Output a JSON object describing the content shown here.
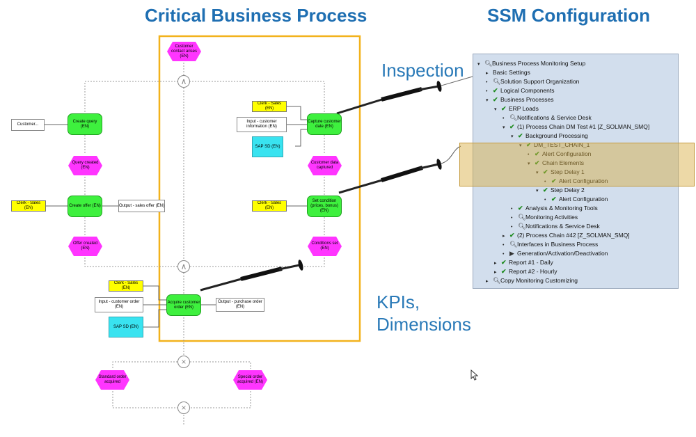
{
  "headings": {
    "cbp": "Critical Business Process",
    "ssm": "SSM Configuration"
  },
  "labels": {
    "inspection": "Inspection",
    "kpis": "KPIs,",
    "dimensions": "Dimensions"
  },
  "epc": {
    "evt_customer_contact": "Customer contact arises (EN)",
    "customer_input": "Customer...",
    "func_create_query": "Create query (EN)",
    "evt_query_created": "Query created (EN)",
    "role_clerk_sales": "Clerk - Sales (EN)",
    "func_create_offer": "Create offer (EN)",
    "out_sales_offer": "Output - sales offer (EN)",
    "evt_offer_created": "Offer created (EN)",
    "in_customer_information": "Input - customer information (EN)",
    "sys_sap_sd": "SAP SD (EN)",
    "func_capture_date": "Capture customer date (EN)",
    "evt_date_captured": "Customer data captured",
    "func_set_condition": "Set condition (prices, bonus) (EN)",
    "evt_conditions_set": "Conditions set (EN)",
    "in_customer_order": "Input - customer order (EN)",
    "func_acquire_order": "Acquire customer order (EN)",
    "out_purchase_order": "Output - purchase order (EN)",
    "evt_standard_order": "Standard order acquired",
    "evt_special_order": "Special order acquired (EN)",
    "xor_symbol": "×",
    "and_symbol": "∧"
  },
  "tree": {
    "items": [
      {
        "label": "Business Process Monitoring Setup",
        "depth": 0,
        "toggle": "▾",
        "icon": "magnifier-icon",
        "glyph": "🔍︎"
      },
      {
        "label": "Basic Settings",
        "depth": 1,
        "toggle": "▸",
        "icon": "none",
        "glyph": ""
      },
      {
        "label": "Solution Support Organization",
        "depth": 1,
        "toggle": "•",
        "icon": "magnifier-icon",
        "glyph": "🔍︎"
      },
      {
        "label": "Logical Components",
        "depth": 1,
        "toggle": "•",
        "icon": "check-icon",
        "glyph": "✔"
      },
      {
        "label": "Business Processes",
        "depth": 1,
        "toggle": "▾",
        "icon": "check-icon",
        "glyph": "✔"
      },
      {
        "label": "ERP Loads",
        "depth": 2,
        "toggle": "▾",
        "icon": "check-icon",
        "glyph": "✔"
      },
      {
        "label": "Notifications & Service Desk",
        "depth": 3,
        "toggle": "•",
        "icon": "magnifier-icon",
        "glyph": "🔍︎"
      },
      {
        "label": "(1) Process Chain DM Test #1 [Z_SOLMAN_SMQ]",
        "depth": 3,
        "toggle": "▾",
        "icon": "check-icon",
        "glyph": "✔"
      },
      {
        "label": "Background Processing",
        "depth": 4,
        "toggle": "▾",
        "icon": "check-icon",
        "glyph": "✔"
      },
      {
        "label": "DM_TEST_CHAIN_1",
        "depth": 5,
        "toggle": "▾",
        "icon": "check-icon",
        "glyph": "✔"
      },
      {
        "label": "Alert Configuration",
        "depth": 6,
        "toggle": "•",
        "icon": "check-icon",
        "glyph": "✔"
      },
      {
        "label": "Chain Elements",
        "depth": 6,
        "toggle": "▾",
        "icon": "check-icon",
        "glyph": "✔"
      },
      {
        "label": "Step Delay 1",
        "depth": 7,
        "toggle": "▾",
        "icon": "check-icon",
        "glyph": "✔"
      },
      {
        "label": "Alert Configuration",
        "depth": 8,
        "toggle": "•",
        "icon": "check-icon",
        "glyph": "✔"
      },
      {
        "label": "Step Delay 2",
        "depth": 7,
        "toggle": "▾",
        "icon": "check-icon",
        "glyph": "✔"
      },
      {
        "label": "Alert Configuration",
        "depth": 8,
        "toggle": "•",
        "icon": "check-icon",
        "glyph": "✔"
      },
      {
        "label": "Analysis & Monitoring Tools",
        "depth": 4,
        "toggle": "•",
        "icon": "check-icon",
        "glyph": "✔"
      },
      {
        "label": "Monitoring Activities",
        "depth": 4,
        "toggle": "•",
        "icon": "magnifier-icon",
        "glyph": "🔍︎"
      },
      {
        "label": "Notifications & Service Desk",
        "depth": 4,
        "toggle": "•",
        "icon": "magnifier-icon",
        "glyph": "🔍︎"
      },
      {
        "label": "(2) Process Chain #42 [Z_SOLMAN_SMQ]",
        "depth": 3,
        "toggle": "▸",
        "icon": "check-icon",
        "glyph": "✔"
      },
      {
        "label": "Interfaces in Business Process",
        "depth": 3,
        "toggle": "•",
        "icon": "magnifier-icon",
        "glyph": "🔍︎"
      },
      {
        "label": "Generation/Activation/Deactivation",
        "depth": 3,
        "toggle": "•",
        "icon": "play-icon",
        "glyph": "▶"
      },
      {
        "label": "Report #1 - Daily",
        "depth": 2,
        "toggle": "▸",
        "icon": "check-icon",
        "glyph": "✔"
      },
      {
        "label": "Report #2 - Hourly",
        "depth": 2,
        "toggle": "▸",
        "icon": "check-icon",
        "glyph": "✔"
      },
      {
        "label": "Copy Monitoring Customizing",
        "depth": 1,
        "toggle": "▸",
        "icon": "magnifier-icon",
        "glyph": "🔍︎"
      }
    ]
  },
  "colors": {
    "heading_blue": "#1f6fb2",
    "function_green": "#3ef03e",
    "event_magenta": "#ff35ff",
    "role_yellow": "#ffff00",
    "system_cyan": "#39e3f0",
    "frame_orange": "#f2b21c",
    "tree_bg": "#d2deed",
    "highlight_gold": "#d7aa3c"
  }
}
